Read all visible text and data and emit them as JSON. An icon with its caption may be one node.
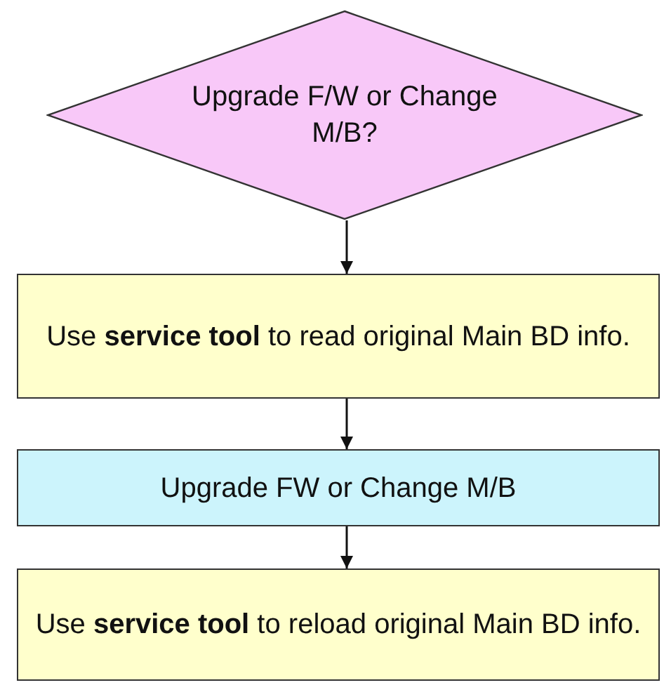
{
  "diagram": {
    "nodes": [
      {
        "text": [
          "Upgrade F/W or Change M/B?"
        ]
      },
      {
        "text": [
          "Use **service tool** to read original Main BD info."
        ]
      },
      {
        "text": [
          "Upgrade FW or Change M/B"
        ]
      },
      {
        "text": [
          "Use **service tool** to reload original Main BD info."
        ]
      }
    ],
    "edges": [
      {
        "from": 0,
        "to": 1,
        "arrow": "to"
      },
      {
        "from": 1,
        "to": 2,
        "arrow": "to"
      },
      {
        "from": 2,
        "to": 3,
        "arrow": "to"
      }
    ]
  }
}
